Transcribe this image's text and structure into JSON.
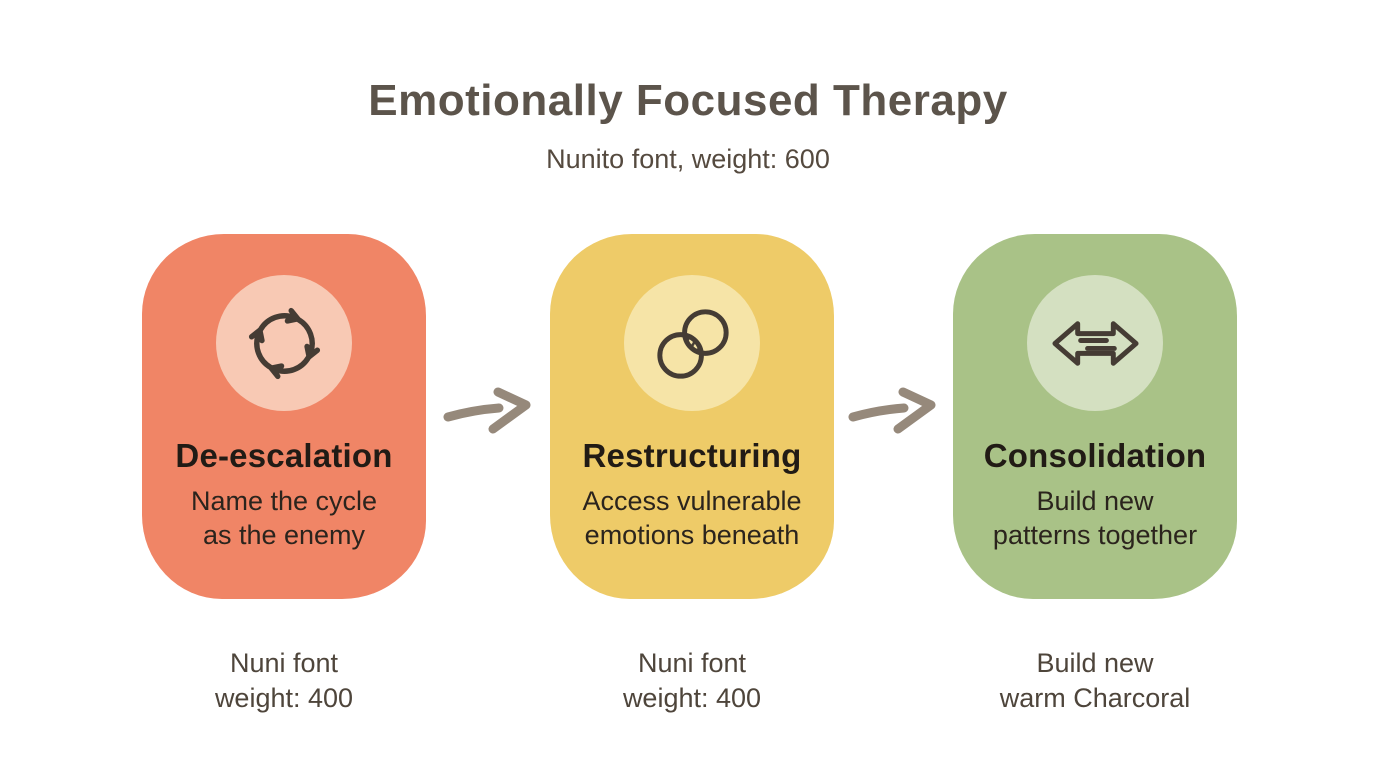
{
  "header": {
    "title": "Emotionally Focused Therapy",
    "subtitle": "Nunito font, weight: 600"
  },
  "stages": [
    {
      "name": "De-escalation",
      "description_line1": "Name the cycle",
      "description_line2": "as the enemy",
      "caption_line1": "Nuni font",
      "caption_line2": "weight: 400",
      "icon": "cycle-arrows-icon",
      "card_color": "#F08566",
      "icon_bg_color": "#F8C9B4"
    },
    {
      "name": "Restructuring",
      "description_line1": "Access vulnerable",
      "description_line2": "emotions beneath",
      "caption_line1": "Nuni font",
      "caption_line2": "weight: 400",
      "icon": "overlapping-circles-icon",
      "card_color": "#EECB68",
      "icon_bg_color": "#F6E4A7"
    },
    {
      "name": "Consolidation",
      "description_line1": "Build new",
      "description_line2": "patterns together",
      "caption_line1": "Build new",
      "caption_line2": "warm Charcoral",
      "icon": "double-arrow-icon",
      "card_color": "#A9C287",
      "icon_bg_color": "#D4E0C1"
    }
  ],
  "colors": {
    "background": "#FFFFFF",
    "title_text": "#5C544B",
    "subtitle_text": "#554A3F",
    "card_title_text": "#211B15",
    "card_description_text": "#2B241D",
    "caption_text": "#4E453B",
    "icon_stroke": "#453C34",
    "connector_arrow": "#96897B"
  }
}
